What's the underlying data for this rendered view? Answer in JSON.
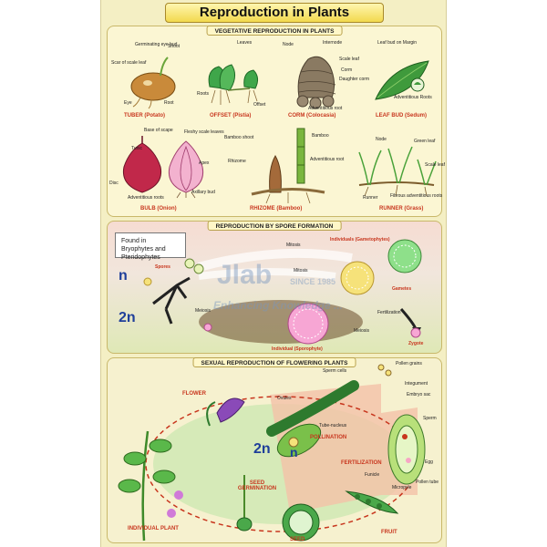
{
  "title": "Reproduction in Plants",
  "vegetative": {
    "heading": "VEGETATIVE REPRODUCTION IN PLANTS",
    "tuber": {
      "caption": "TUBER (Potato)",
      "labels": [
        "Germinating eye bud",
        "Shoot",
        "Scar of scale leaf",
        "Eye",
        "Root"
      ]
    },
    "offset": {
      "caption": "OFFSET (Pistia)",
      "labels": [
        "Leaves",
        "Roots",
        "Offset"
      ]
    },
    "corm": {
      "caption": "CORM (Colocasia)",
      "labels": [
        "Node",
        "Internode",
        "Scale leaf",
        "Corm",
        "Daughter corm",
        "Adventitious root"
      ]
    },
    "leafbud": {
      "caption": "LEAF BUD (Sedum)",
      "labels": [
        "Leaf bud on Margin",
        "Adventitious Roots"
      ]
    },
    "bulb": {
      "caption": "BULB (Onion)",
      "labels": [
        "Base of scape",
        "Fleshy scale leaves",
        "Tunic",
        "Apex",
        "Disc",
        "Axillary bud",
        "Adventitious roots"
      ]
    },
    "rhizome": {
      "caption": "RHIZOME (Bamboo)",
      "labels": [
        "Bamboo shoot",
        "Bamboo",
        "Rhizome",
        "Adventitious root"
      ]
    },
    "runner": {
      "caption": "RUNNER (Grass)",
      "labels": [
        "Node",
        "Green leaf",
        "Scale leaf",
        "Runner",
        "Fibrous adventitious roots"
      ]
    }
  },
  "spore": {
    "heading": "REPRODUCTION BY SPORE FORMATION",
    "found_text": "Found in Bryophytes and Pteridophytes",
    "n_label": "n",
    "twon_label": "2n",
    "labels": {
      "spores": "Spores",
      "mitosis1": "Mitosis",
      "mitosis2": "Mitosis",
      "individuals": "Individuals (Gametophytes)",
      "gametes": "Gametes",
      "fertilization": "Fertilization",
      "meiosis1": "Meiosis",
      "meiosis2": "Meiosis",
      "zygote": "Zygote",
      "sporophyte": "Individual (Sporophyte)"
    }
  },
  "sexual": {
    "heading": "SEXUAL REPRODUCTION OF FLOWERING PLANTS",
    "stages": {
      "flower": "FLOWER",
      "pollination": "POLLINATION",
      "fertilization": "FERTILIZATION",
      "seed_germination": "SEED GERMINATION",
      "fruit": "FRUIT",
      "seed": "SEED",
      "individual_plant": "INDIVIDUAL PLANT"
    },
    "twon_label": "2n",
    "n_label": "n",
    "labels": {
      "sperm_cells": "Sperm cells",
      "pollen_grains": "Pollen grains",
      "integument": "Integument",
      "embryo_sac": "Embryo sac",
      "ovules": "Ovules",
      "tube_nucleus": "Tube-nucleus",
      "sperm": "Sperm",
      "egg": "Egg",
      "funicle": "Funicle",
      "pollen_tube": "Pollen tube",
      "micropyle": "Micropyle"
    }
  },
  "watermark": {
    "brand": "Jlab",
    "since": "SINCE 1985",
    "tagline": "Enhancing Knowledge ..."
  },
  "colors": {
    "panel_bg": "#f4efc4",
    "caption_red": "#c8361e",
    "n_blue": "#1f3f9a",
    "title_gold": "#f2d94e"
  }
}
